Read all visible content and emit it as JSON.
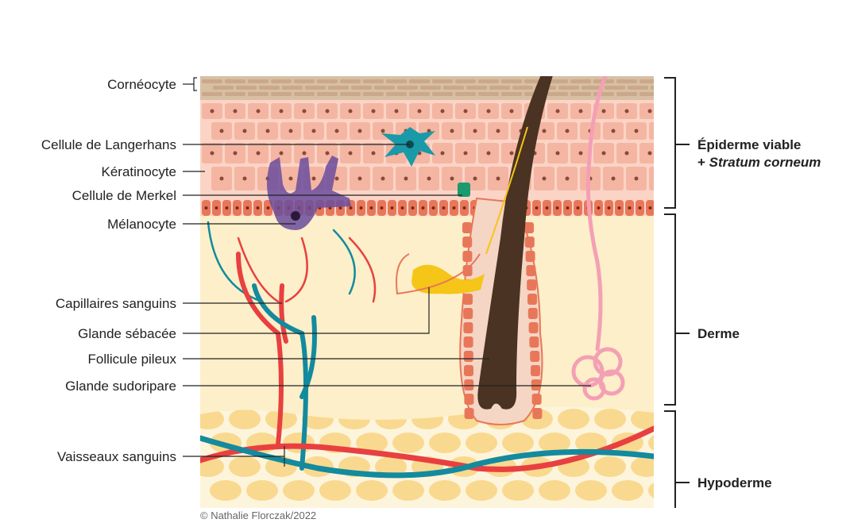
{
  "labels": {
    "corneocyte": "Cornéocyte",
    "langerhans": "Cellule de Langerhans",
    "keratinocyte": "Kératinocyte",
    "merkel": "Cellule de Merkel",
    "melanocyte": "Mélanocyte",
    "capillaries": "Capillaires sanguins",
    "sebaceous": "Glande sébacée",
    "follicle": "Follicule pileux",
    "sweat": "Glande sudoripare",
    "vessels": "Vaisseaux sanguins"
  },
  "layers": {
    "epidermis_line1": "Épiderme viable",
    "epidermis_line2_prefix": "+ ",
    "epidermis_line2_italic": "Stratum corneum",
    "dermis": "Derme",
    "hypodermis": "Hypoderme"
  },
  "credit": "© Nathalie Florczak/2022",
  "colors": {
    "stratum_corneum": "#c9a98a",
    "keratinocyte": "#f4b6a2",
    "basal_cell": "#e8775a",
    "dermis": "#fcefc9",
    "fat_cell": "#f9d98f",
    "hair": "#4a3322",
    "sebaceous": "#f5c518",
    "langerhans": "#1a9aa8",
    "merkel": "#1a9a6e",
    "melanocyte": "#6a4c9c",
    "artery": "#e84040",
    "vein": "#138a9e",
    "sweat_gland": "#f4a0b4"
  }
}
